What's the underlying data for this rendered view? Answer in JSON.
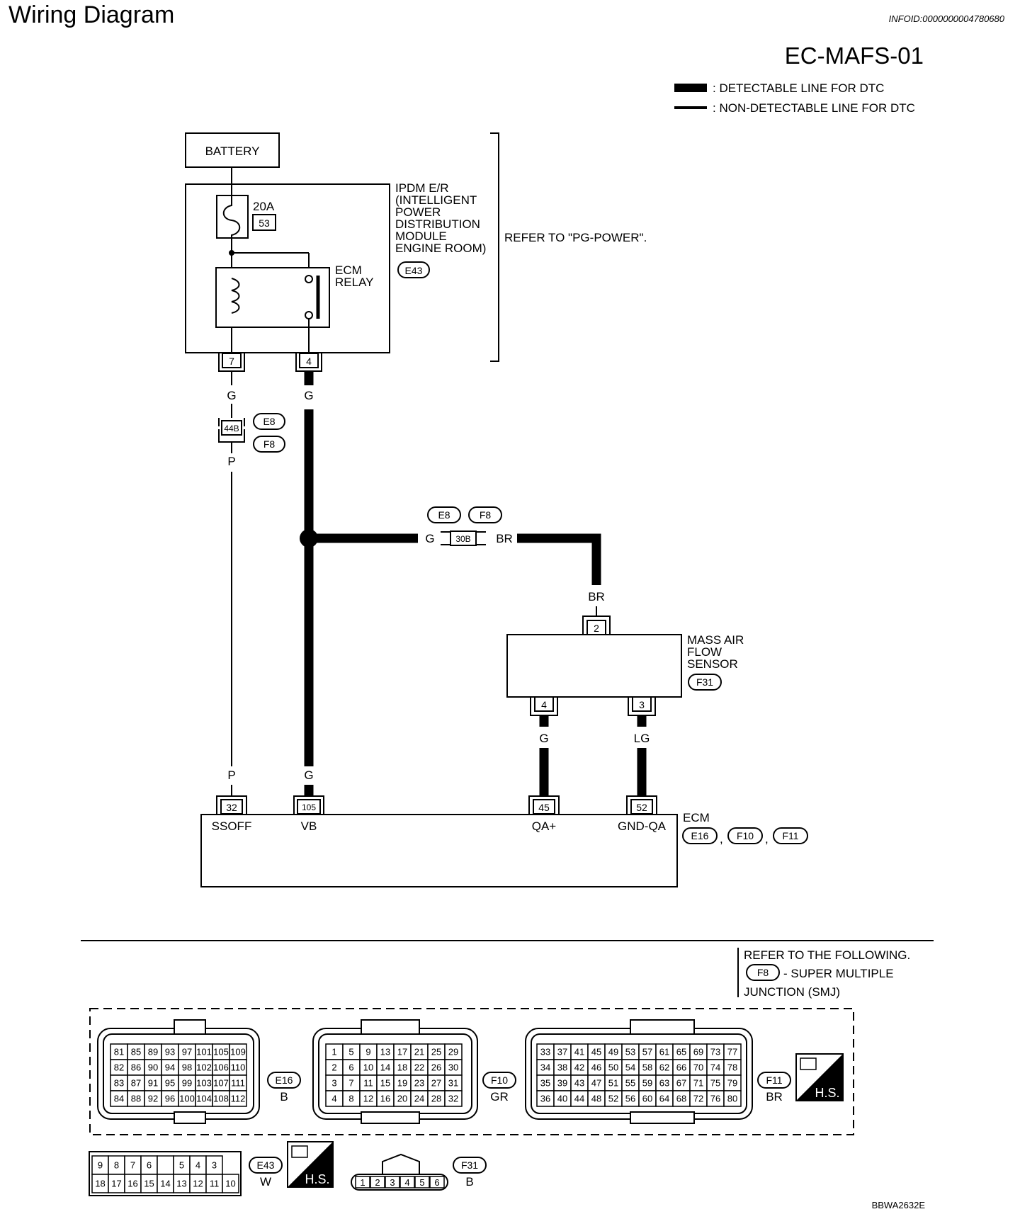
{
  "header": {
    "title": "Wiring Diagram",
    "infoid": "INFOID:0000000004780680",
    "code": "EC-MAFS-01",
    "ref_code": "BBWA2632E"
  },
  "legend": {
    "detectable": ": DETECTABLE LINE FOR DTC",
    "non_detectable": ": NON-DETECTABLE LINE FOR DTC"
  },
  "components": {
    "battery": "BATTERY",
    "fuse_amp": "20A",
    "fuse_no": "53",
    "ipdm": [
      "IPDM E/R",
      "(INTELLIGENT",
      "POWER",
      "DISTRIBUTION",
      "MODULE",
      "ENGINE ROOM)"
    ],
    "ipdm_conn": "E43",
    "ecm_relay": [
      "ECM",
      "RELAY"
    ],
    "refer_power": "REFER TO \"PG-POWER\".",
    "maf": [
      "MASS AIR",
      "FLOW",
      "SENSOR"
    ],
    "maf_conn": "F31",
    "ecm": "ECM",
    "ecm_conns": [
      "E16",
      "F10",
      "F11"
    ],
    "comma": ","
  },
  "terminals": {
    "ipdm_7": "7",
    "ipdm_4": "4",
    "j44b": "44B",
    "j30b": "30B",
    "e8": "E8",
    "f8": "F8",
    "maf_2": "2",
    "maf_4": "4",
    "maf_3": "3",
    "ecm_32": "32",
    "ecm_105": "105",
    "ecm_45": "45",
    "ecm_52": "52"
  },
  "wire_colors": {
    "g": "G",
    "p": "P",
    "br": "BR",
    "lg": "LG"
  },
  "ecm_pins": {
    "ssoff": "SSOFF",
    "vb": "VB",
    "qa_plus": "QA+",
    "gnd_qa": "GND-QA"
  },
  "footer": {
    "refer": "REFER TO THE FOLLOWING.",
    "smj_conn": "F8",
    "smj_text": "- SUPER MULTIPLE",
    "smj_text2": "JUNCTION (SMJ)",
    "hs": "H.S."
  },
  "connectors": {
    "e16": {
      "id": "E16",
      "color": "B",
      "rows": [
        [
          "81",
          "85",
          "89",
          "93",
          "97",
          "101",
          "105",
          "109"
        ],
        [
          "82",
          "86",
          "90",
          "94",
          "98",
          "102",
          "106",
          "110"
        ],
        [
          "83",
          "87",
          "91",
          "95",
          "99",
          "103",
          "107",
          "111"
        ],
        [
          "84",
          "88",
          "92",
          "96",
          "100",
          "104",
          "108",
          "112"
        ]
      ]
    },
    "f10": {
      "id": "F10",
      "color": "GR",
      "rows": [
        [
          "1",
          "5",
          "9",
          "13",
          "17",
          "21",
          "25",
          "29"
        ],
        [
          "2",
          "6",
          "10",
          "14",
          "18",
          "22",
          "26",
          "30"
        ],
        [
          "3",
          "7",
          "11",
          "15",
          "19",
          "23",
          "27",
          "31"
        ],
        [
          "4",
          "8",
          "12",
          "16",
          "20",
          "24",
          "28",
          "32"
        ]
      ]
    },
    "f11": {
      "id": "F11",
      "color": "BR",
      "rows": [
        [
          "33",
          "37",
          "41",
          "45",
          "49",
          "53",
          "57",
          "61",
          "65",
          "69",
          "73",
          "77"
        ],
        [
          "34",
          "38",
          "42",
          "46",
          "50",
          "54",
          "58",
          "62",
          "66",
          "70",
          "74",
          "78"
        ],
        [
          "35",
          "39",
          "43",
          "47",
          "51",
          "55",
          "59",
          "63",
          "67",
          "71",
          "75",
          "79"
        ],
        [
          "36",
          "40",
          "44",
          "48",
          "52",
          "56",
          "60",
          "64",
          "68",
          "72",
          "76",
          "80"
        ]
      ]
    },
    "e43": {
      "id": "E43",
      "color": "W",
      "rows": [
        [
          "9",
          "8",
          "7",
          "6",
          "",
          "5",
          "4",
          "3"
        ],
        [
          "18",
          "17",
          "16",
          "15",
          "14",
          "13",
          "12",
          "11",
          "10"
        ]
      ]
    },
    "f31": {
      "id": "F31",
      "color": "B",
      "pins": [
        "1",
        "2",
        "3",
        "4",
        "5",
        "6"
      ]
    }
  }
}
